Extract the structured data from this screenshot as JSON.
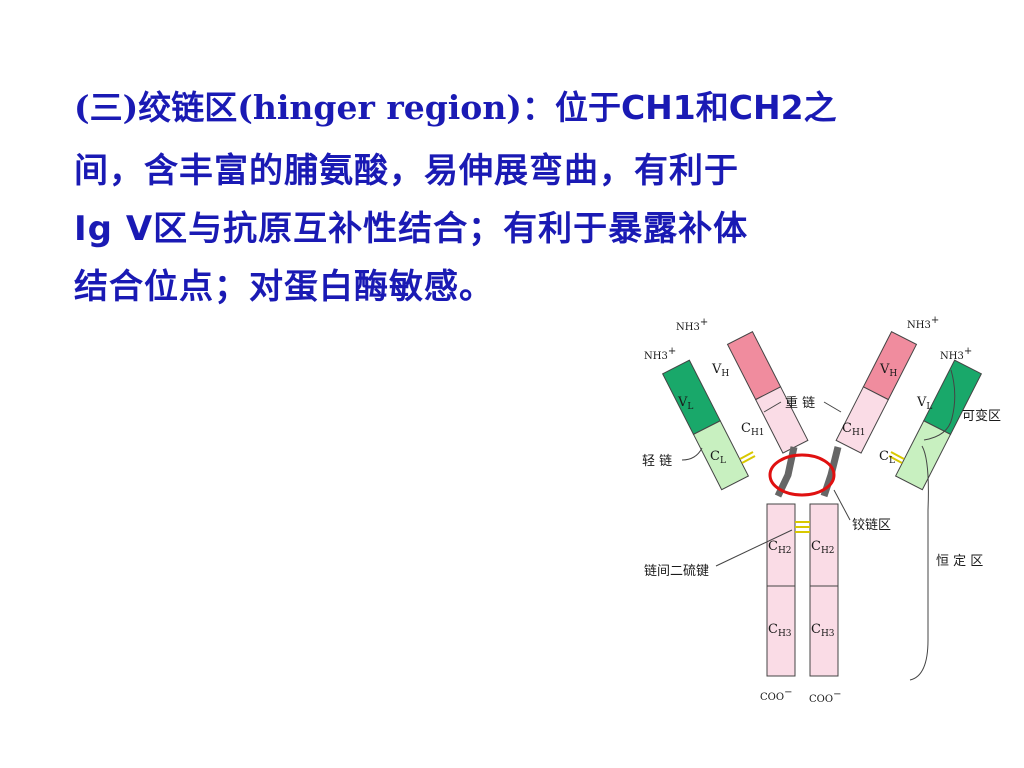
{
  "slide": {
    "heading_part1": "(三)",
    "heading_cn1": "绞链区",
    "heading_part2": "(hinger region)",
    "heading_sep": "：",
    "heading_cn2": "位于CH1和CH2之",
    "line2": "间，含丰富的脯氨酸，易伸展弯曲，有利于",
    "line3": "Ig V区与抗原互补性结合；有利于暴露补体",
    "line4": "结合位点；对蛋白酶敏感。"
  },
  "diagram": {
    "nh3": "NH3",
    "plus": "+",
    "coo": "COO",
    "minus": "−",
    "v": "V",
    "c": "C",
    "sub_h": "H",
    "sub_l": "L",
    "sub_h1": "H1",
    "sub_h2": "H2",
    "sub_h3": "H3",
    "label_heavy_chain": "重 链",
    "label_light_chain": "轻 链",
    "label_variable_region": "可变区",
    "label_constant_region": "恒 定 区",
    "label_hinge_region": "铰链区",
    "label_interchain_disulfide": "链间二硫键",
    "colors": {
      "vh_fill": "#f08c9e",
      "heavy_fill": "#fadce6",
      "vl_fill": "#19a86a",
      "cl_fill": "#c8f0c0",
      "hinge_stroke": "#666666",
      "hinge_circle": "#e01010",
      "disulfide": "#d8c800",
      "text": "#1a1ab4"
    }
  }
}
